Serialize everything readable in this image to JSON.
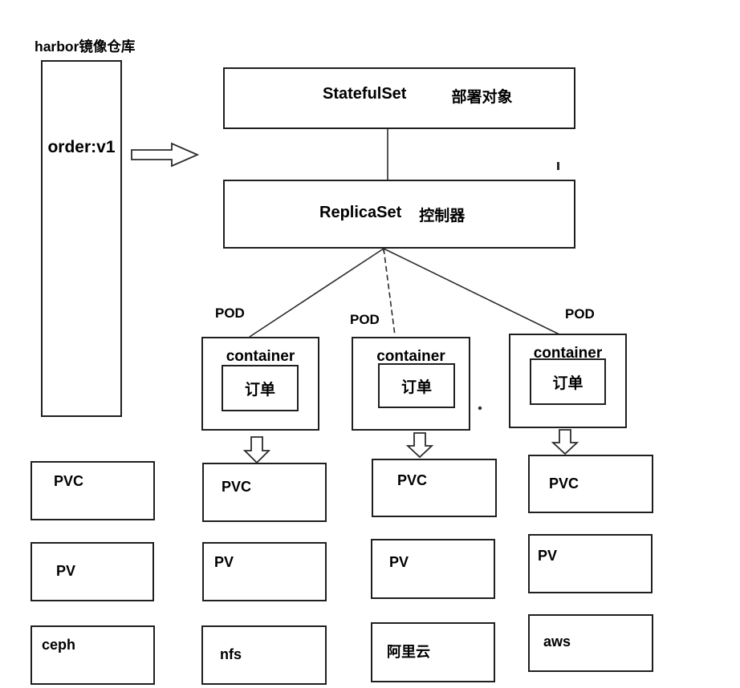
{
  "diagram": {
    "harbor": {
      "title": "harbor镜像仓库",
      "image": "order:v1"
    },
    "statefulset": {
      "name": "StatefulSet",
      "type": "部署对象"
    },
    "replicaset": {
      "name": "ReplicaSet",
      "type": "控制器"
    },
    "pods": [
      {
        "label": "POD",
        "container": "container",
        "app": "订单"
      },
      {
        "label": "POD",
        "container": "container",
        "app": "订单"
      },
      {
        "label": "POD",
        "container": "container",
        "app": "订单"
      }
    ],
    "columns": [
      {
        "pvc": "PVC",
        "pv": "PV",
        "storage": "ceph"
      },
      {
        "pvc": "PVC",
        "pv": "PV",
        "storage": "nfs"
      },
      {
        "pvc": "PVC",
        "pv": "PV",
        "storage": "阿里云"
      },
      {
        "pvc": "PVC",
        "pv": "PV",
        "storage": "aws"
      }
    ],
    "colors": {
      "stroke": "#1f1f1f",
      "background": "#ffffff",
      "text": "#000000"
    }
  }
}
